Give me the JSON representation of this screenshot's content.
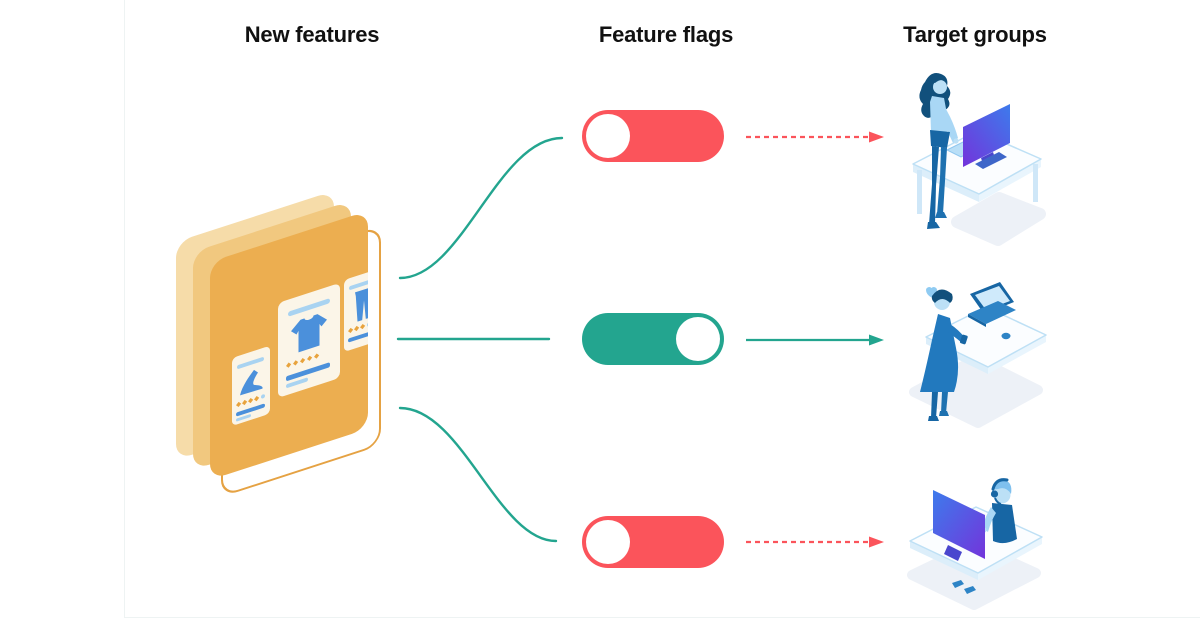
{
  "headers": {
    "new_features": "New features",
    "feature_flags": "Feature flags",
    "target_groups": "Target groups"
  },
  "flags": [
    {
      "state": "off"
    },
    {
      "state": "on"
    },
    {
      "state": "off"
    }
  ],
  "illustrations": {
    "new_features_source": "stack-of-product-card-mockups",
    "targets": [
      "woman-standing-at-desktop-monitor",
      "woman-standing-at-laptop-desk",
      "support-agent-seated-at-desktop-monitor"
    ]
  },
  "colors": {
    "heading_text": "#111111",
    "frame_line": "#EEF3F3",
    "toggle_on": "#23A58F",
    "toggle_off": "#FB545B",
    "connector_green": "#23A58F",
    "card_front": "#ECAE50",
    "card_mid": "#F1C87F",
    "card_back": "#F6DCA9",
    "card_outline": "#E5A243",
    "product_card_bg": "#FBF5E8",
    "icon_blue": "#4B90DB",
    "line_blue": "#A9D3F1",
    "star_orange": "#E8A33D",
    "ill_dark": "#1766A4",
    "ill_mid": "#2E84C6",
    "ill_light": "#A9D7F5",
    "ill_skin": "#BCE0F6",
    "hair_dark": "#11507C",
    "grad_blue": "#3D7BEC",
    "grad_purple": "#7334DB",
    "stand_purple": "#4A46CE",
    "desk_fill": "#FBFDFF",
    "desk_edge": "#BEE0F5",
    "desk_side": "#DCEEFA",
    "shadow_fill": "#EDF1F7"
  }
}
